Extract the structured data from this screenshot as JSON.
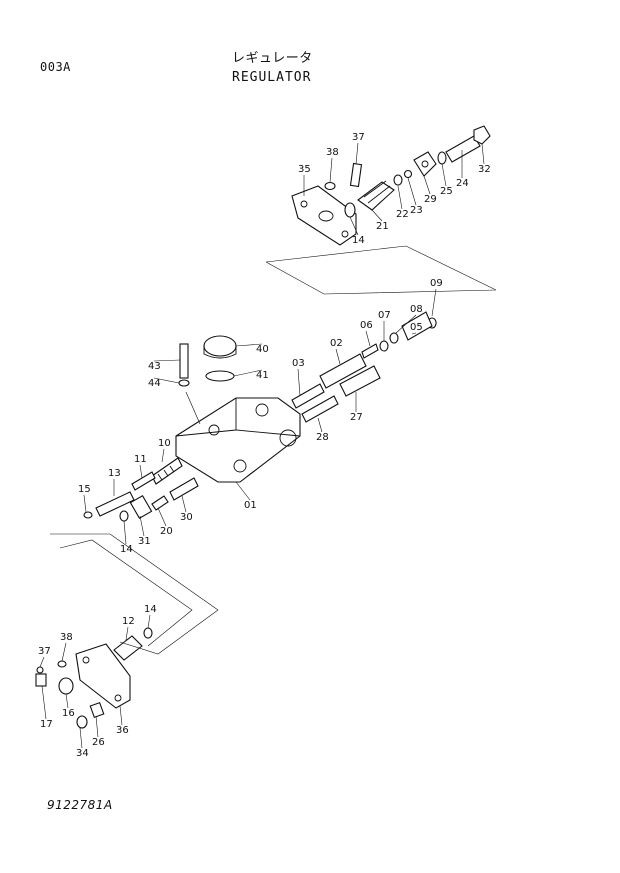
{
  "page_code": "003A",
  "title_ja": "レギュレータ",
  "title_en": "REGULATOR",
  "drawing_no": "9122781A",
  "callouts": [
    {
      "id": "c37a",
      "label": "37"
    },
    {
      "id": "c38a",
      "label": "38"
    },
    {
      "id": "c35",
      "label": "35"
    },
    {
      "id": "c14a",
      "label": "14"
    },
    {
      "id": "c21",
      "label": "21"
    },
    {
      "id": "c22",
      "label": "22"
    },
    {
      "id": "c23",
      "label": "23"
    },
    {
      "id": "c29",
      "label": "29"
    },
    {
      "id": "c25",
      "label": "25"
    },
    {
      "id": "c24",
      "label": "24"
    },
    {
      "id": "c32",
      "label": "32"
    },
    {
      "id": "c09",
      "label": "09"
    },
    {
      "id": "c08",
      "label": "08"
    },
    {
      "id": "c07",
      "label": "07"
    },
    {
      "id": "c05",
      "label": "05"
    },
    {
      "id": "c06",
      "label": "06"
    },
    {
      "id": "c02",
      "label": "02"
    },
    {
      "id": "c03",
      "label": "03"
    },
    {
      "id": "c27",
      "label": "27"
    },
    {
      "id": "c28",
      "label": "28"
    },
    {
      "id": "c40",
      "label": "40"
    },
    {
      "id": "c41",
      "label": "41"
    },
    {
      "id": "c43",
      "label": "43"
    },
    {
      "id": "c44",
      "label": "44"
    },
    {
      "id": "c10",
      "label": "10"
    },
    {
      "id": "c11",
      "label": "11"
    },
    {
      "id": "c13",
      "label": "13"
    },
    {
      "id": "c15",
      "label": "15"
    },
    {
      "id": "c01",
      "label": "01"
    },
    {
      "id": "c30",
      "label": "30"
    },
    {
      "id": "c20",
      "label": "20"
    },
    {
      "id": "c31",
      "label": "31"
    },
    {
      "id": "c14b",
      "label": "14"
    },
    {
      "id": "c12",
      "label": "12"
    },
    {
      "id": "c14c",
      "label": "14"
    },
    {
      "id": "c37b",
      "label": "37"
    },
    {
      "id": "c38b",
      "label": "38"
    },
    {
      "id": "c17",
      "label": "17"
    },
    {
      "id": "c16",
      "label": "16"
    },
    {
      "id": "c26",
      "label": "26"
    },
    {
      "id": "c36",
      "label": "36"
    },
    {
      "id": "c34",
      "label": "34"
    }
  ]
}
